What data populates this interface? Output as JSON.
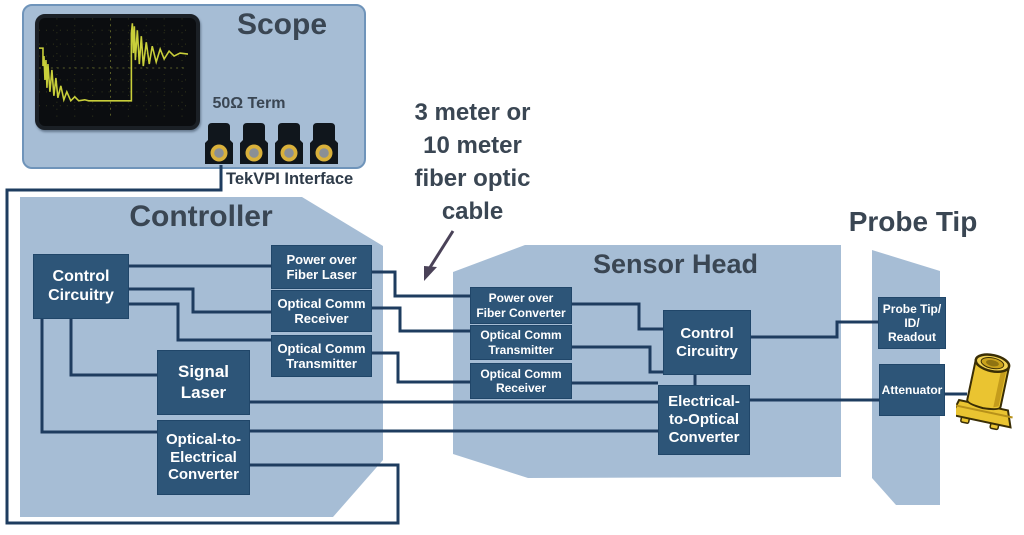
{
  "scope": {
    "title": "Scope",
    "term_label": "50Ω Term",
    "interface_label": "TekVPI Interface"
  },
  "cable_note": "3 meter or\n10 meter\nfiber optic\ncable",
  "controller": {
    "title": "Controller",
    "boxes": {
      "control_circuitry": "Control\nCircuitry",
      "power_over_fiber_laser": "Power over\nFiber Laser",
      "optical_comm_receiver": "Optical Comm\nReceiver",
      "optical_comm_transmitter": "Optical Comm\nTransmitter",
      "signal_laser": "Signal\nLaser",
      "optical_to_electrical_converter": "Optical-to-\nElectrical\nConverter"
    }
  },
  "sensor_head": {
    "title": "Sensor Head",
    "boxes": {
      "power_over_fiber_converter": "Power over\nFiber Converter",
      "optical_comm_transmitter": "Optical Comm\nTransmitter",
      "optical_comm_receiver": "Optical Comm\nReceiver",
      "control_circuitry": "Control\nCircuitry",
      "electrical_to_optical_converter": "Electrical-\nto-Optical\nConverter"
    }
  },
  "probe_tip": {
    "title": "Probe Tip",
    "boxes": {
      "probe_tip_id_readout": "Probe Tip/\nID/\nReadout",
      "attenuator": "Attenuator"
    }
  },
  "icons": {
    "oscilloscope_screen": "scope-waveform-display",
    "bnc_connector": "bnc-input-connector",
    "sma_connector": "gold-sma-probe-connector",
    "cable_arrow": "arrow-to-fiber-cable"
  },
  "colors": {
    "panel": "#a6bdd5",
    "panel-border": "#6f94ba",
    "node": "#2d5578",
    "node-border": "#204669",
    "wire": "#1e3c5f",
    "title": "#3a4653",
    "screen": "#0b0d10",
    "trace": "#c9cf3a",
    "gold": "#eac431",
    "arrow": "#4a4258"
  }
}
